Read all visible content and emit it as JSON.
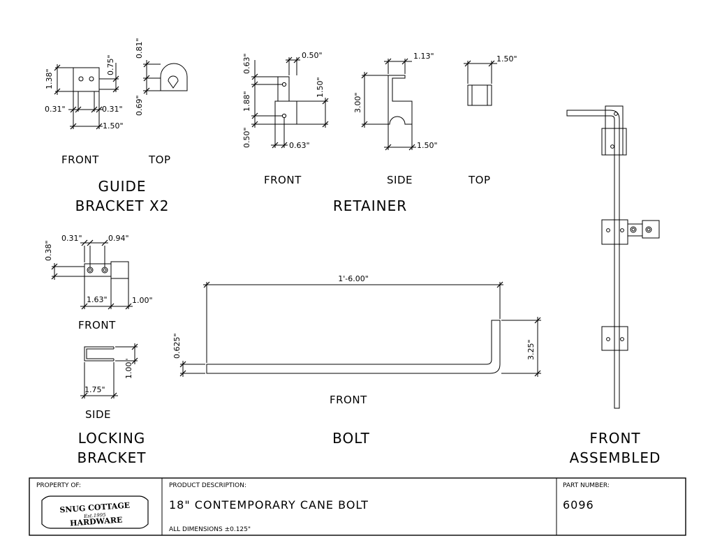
{
  "guide_bracket": {
    "dims": {
      "d1": "1.38\"",
      "d2": "0.75\"",
      "d3": "0.31\"",
      "d4": "0.31\"",
      "d5": "1.50\"",
      "d6": "0.81\"",
      "d7": "0.69\""
    },
    "front_label": "FRONT",
    "top_label": "TOP",
    "title_line1": "GUIDE",
    "title_line2": "BRACKET X2"
  },
  "retainer": {
    "dims": {
      "d1": "0.63\"",
      "d2": "0.50\"",
      "d3": "1.88\"",
      "d4": "1.50\"",
      "d5": "0.50\"",
      "d6": "0.63\"",
      "d7": "1.13\"",
      "d8": "3.00\"",
      "d9": "1.50\"",
      "d10": "1.50\""
    },
    "front_label": "FRONT",
    "side_label": "SIDE",
    "top_label": "TOP",
    "title": "RETAINER"
  },
  "locking_bracket": {
    "dims": {
      "d1": "0.31\"",
      "d2": "0.94\"",
      "d3": "0.38\"",
      "d4": "1.63\"",
      "d5": "1.00\"",
      "d6": "1.00\"",
      "d7": "1.75\""
    },
    "front_label": "FRONT",
    "side_label": "SIDE",
    "title_line1": "LOCKING",
    "title_line2": "BRACKET"
  },
  "bolt": {
    "dims": {
      "length": "1'-6.00\"",
      "height": "3.25\"",
      "thickness": "0.625\""
    },
    "front_label": "FRONT",
    "title": "BOLT"
  },
  "assembled": {
    "title_line1": "FRONT",
    "title_line2": "ASSEMBLED"
  },
  "title_block": {
    "property_label": "PROPERTY OF:",
    "logo_text": "SNUG COTTAGE Est.1995 HARDWARE",
    "description_label": "PRODUCT DESCRIPTION:",
    "description": "18\" CONTEMPORARY CANE BOLT",
    "tolerance": "ALL DIMENSIONS ±0.125\"",
    "part_number_label": "PART NUMBER:",
    "part_number": "6096"
  }
}
